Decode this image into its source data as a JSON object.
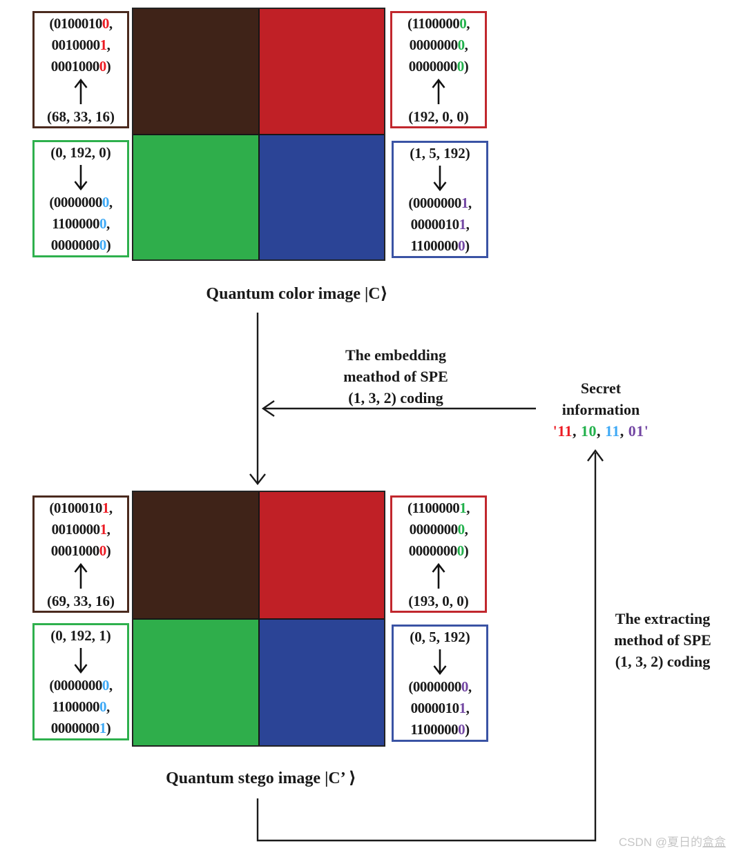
{
  "colors": {
    "quad_brown": "#3F2318",
    "quad_red": "#C02026",
    "quad_green": "#2FAE4B",
    "quad_blue": "#2B4496",
    "accent_red": "#EC1C24",
    "accent_green": "#22B14C",
    "accent_cyan": "#3FA9F5",
    "accent_purple": "#7347A3",
    "ink": "#1a1a1a"
  },
  "top_figure": {
    "caption": "Quantum color image  |C⟩",
    "boxes": [
      {
        "position": "top-left",
        "border_color": "#4A2A1E",
        "accent": "#EC1C24",
        "binary": [
          {
            "pre": "(0100010",
            "acc": "0",
            "post": ","
          },
          {
            "pre": "0010000",
            "acc": "1",
            "post": ","
          },
          {
            "pre": "0001000",
            "acc": "0",
            "post": ")"
          }
        ],
        "decimal": "(68, 33, 16)"
      },
      {
        "position": "top-right",
        "border_color": "#C1272D",
        "accent": "#22B14C",
        "binary": [
          {
            "pre": "(1100000",
            "acc": "0",
            "post": ","
          },
          {
            "pre": "0000000",
            "acc": "0",
            "post": ","
          },
          {
            "pre": "0000000",
            "acc": "0",
            "post": ")"
          }
        ],
        "decimal": "(192, 0, 0)"
      },
      {
        "position": "bottom-left",
        "border_color": "#2EB04D",
        "accent": "#3FA9F5",
        "decimal": "(0, 192, 0)",
        "binary": [
          {
            "pre": "(0000000",
            "acc": "0",
            "post": ","
          },
          {
            "pre": "1100000",
            "acc": "0",
            "post": ","
          },
          {
            "pre": "0000000",
            "acc": "0",
            "post": ")"
          }
        ]
      },
      {
        "position": "bottom-right",
        "border_color": "#3A53A4",
        "accent": "#7347A3",
        "decimal": "(1, 5, 192)",
        "binary": [
          {
            "pre": "(0000000",
            "acc": "1",
            "post": ","
          },
          {
            "pre": "0000010",
            "acc": "1",
            "post": ","
          },
          {
            "pre": "1100000",
            "acc": "0",
            "post": ")"
          }
        ]
      }
    ]
  },
  "bottom_figure": {
    "caption": "Quantum stego image  |C’ ⟩",
    "boxes": [
      {
        "position": "top-left",
        "border_color": "#4A2A1E",
        "accent": "#EC1C24",
        "binary": [
          {
            "pre": "(0100010",
            "acc": "1",
            "post": ","
          },
          {
            "pre": "0010000",
            "acc": "1",
            "post": ","
          },
          {
            "pre": "0001000",
            "acc": "0",
            "post": ")"
          }
        ],
        "decimal": "(69, 33, 16)"
      },
      {
        "position": "top-right",
        "border_color": "#C1272D",
        "accent": "#22B14C",
        "binary": [
          {
            "pre": "(1100000",
            "acc": "1",
            "post": ","
          },
          {
            "pre": "0000000",
            "acc": "0",
            "post": ","
          },
          {
            "pre": "0000000",
            "acc": "0",
            "post": ")"
          }
        ],
        "decimal": "(193, 0, 0)"
      },
      {
        "position": "bottom-left",
        "border_color": "#2EB04D",
        "accent": "#3FA9F5",
        "decimal": "(0, 192, 1)",
        "binary": [
          {
            "pre": "(0000000",
            "acc": "0",
            "post": ","
          },
          {
            "pre": "1100000",
            "acc": "0",
            "post": ","
          },
          {
            "pre": "0000000",
            "acc": "1",
            "post": ")"
          }
        ]
      },
      {
        "position": "bottom-right",
        "border_color": "#3A53A4",
        "accent": "#7347A3",
        "decimal": "(0, 5, 192)",
        "binary": [
          {
            "pre": "(0000000",
            "acc": "0",
            "post": ","
          },
          {
            "pre": "0000010",
            "acc": "1",
            "post": ","
          },
          {
            "pre": "1100000",
            "acc": "0",
            "post": ")"
          }
        ]
      }
    ]
  },
  "embedding_label": {
    "line1": "The embedding",
    "line2": "meathod of SPE",
    "line3": "(1, 3, 2) coding"
  },
  "secret_label": {
    "line1": "Secret",
    "line2": "information",
    "bits": [
      {
        "t": "'11",
        "c": "#EC1C24"
      },
      {
        "t": ", ",
        "c": "#1a1a1a"
      },
      {
        "t": "10",
        "c": "#22B14C"
      },
      {
        "t": ", ",
        "c": "#1a1a1a"
      },
      {
        "t": "11",
        "c": "#3FA9F5"
      },
      {
        "t": ", ",
        "c": "#1a1a1a"
      },
      {
        "t": "01'",
        "c": "#7347A3"
      }
    ]
  },
  "extracting_label": {
    "line1": "The extracting",
    "line2": "method of SPE",
    "line3": "(1, 3, 2) coding"
  },
  "watermark": {
    "prefix": "CSDN @夏日的",
    "suffix": "盒盒"
  }
}
